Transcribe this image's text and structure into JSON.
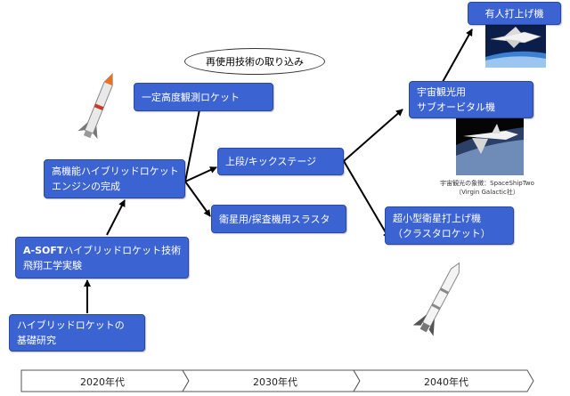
{
  "colors": {
    "node_fill": "#3c63d2",
    "node_border": "#2748a6",
    "arrow": "#000000"
  },
  "nodes": {
    "basic_research": {
      "line1": "ハイブリッドロケットの",
      "line2": "基礎研究"
    },
    "asoft": {
      "line1_bold": "A-SOFT",
      "line1_rest": "ハイブリッドロケット技術",
      "line2": "飛翔工学実験"
    },
    "high_perf_engine": {
      "line1": "高機能ハイブリッドロケット",
      "line2": "エンジンの完成"
    },
    "altitude_rocket": {
      "line1": "一定高度観測ロケット"
    },
    "upper_stage": {
      "line1": "上段/キックステージ"
    },
    "thruster": {
      "line1": "衛星用/探査機用スラスタ"
    },
    "space_tourism": {
      "line1": "宇宙観光用",
      "line2": "サブオービタル機"
    },
    "crewed_launcher": {
      "line1": "有人打上げ機"
    },
    "micro_sat_launcher": {
      "line1": "超小型衛星打上げ機",
      "line2": "（クラスタロケット）"
    }
  },
  "bubble": {
    "text": "再使用技術の取り込み"
  },
  "caption": {
    "line1": "宇宙観光の象徴：SpaceShipTwo",
    "line2": "（Virgin Galactic社）"
  },
  "timeline": {
    "labels": [
      "2020年代",
      "2030年代",
      "2040年代"
    ]
  }
}
